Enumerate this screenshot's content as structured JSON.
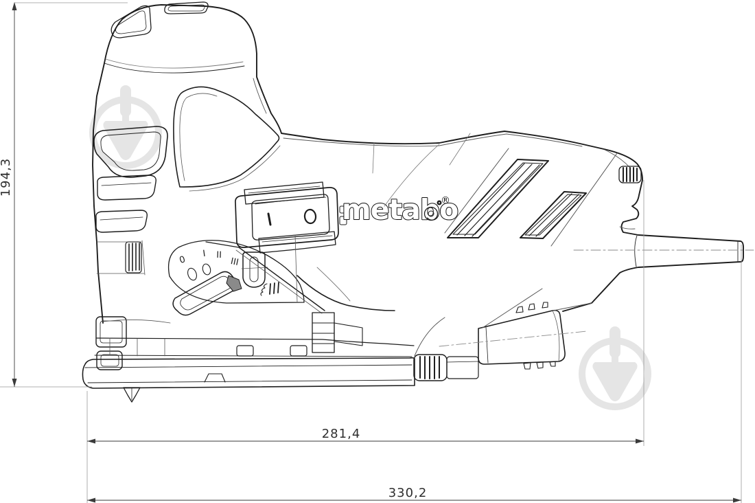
{
  "drawing": {
    "brand": {
      "logo_text": "metabo",
      "registered_mark": "®"
    },
    "dimensions": {
      "height_mm": "194,3",
      "body_length_mm": "281,4",
      "total_length_mm": "330,2"
    },
    "dial_markings": [
      "0",
      "I",
      "II",
      "III"
    ],
    "switch_markings": {
      "on": "I",
      "off": "O"
    },
    "colors": {
      "line": "#1d1d1d",
      "dimension_line": "#3a3a3a",
      "extension_line": "#999999",
      "watermark": "#e5e5e5",
      "background": "#ffffff"
    }
  }
}
